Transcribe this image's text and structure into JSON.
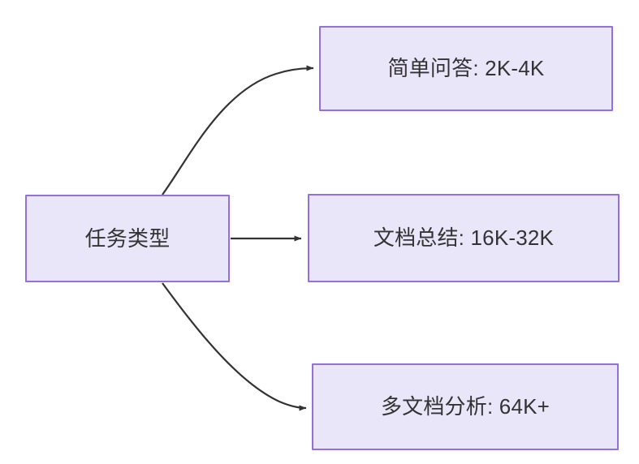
{
  "diagram": {
    "type": "flowchart",
    "direction": "left-to-right",
    "background_color": "#ffffff",
    "node_fill_color": "#eae6fa",
    "node_border_color": "#9370db",
    "node_text_color": "#333333",
    "edge_color": "#333333",
    "nodes": [
      {
        "id": "root",
        "label": "任务类型",
        "role": "source"
      },
      {
        "id": "simple_qa",
        "label": "简单问答: 2K-4K",
        "role": "target"
      },
      {
        "id": "doc_summary",
        "label": "文档总结: 16K-32K",
        "role": "target"
      },
      {
        "id": "multi_doc",
        "label": "多文档分析: 64K+",
        "role": "target"
      }
    ],
    "edges": [
      {
        "id": "edge-root-simple-qa",
        "from": "root",
        "to": "simple_qa",
        "label": "",
        "style": "curved",
        "arrowhead": "triangle"
      },
      {
        "id": "edge-root-doc-summary",
        "from": "root",
        "to": "doc_summary",
        "label": "",
        "style": "straight",
        "arrowhead": "triangle"
      },
      {
        "id": "edge-root-multi-doc",
        "from": "root",
        "to": "multi_doc",
        "label": "",
        "style": "curved",
        "arrowhead": "triangle"
      }
    ]
  }
}
